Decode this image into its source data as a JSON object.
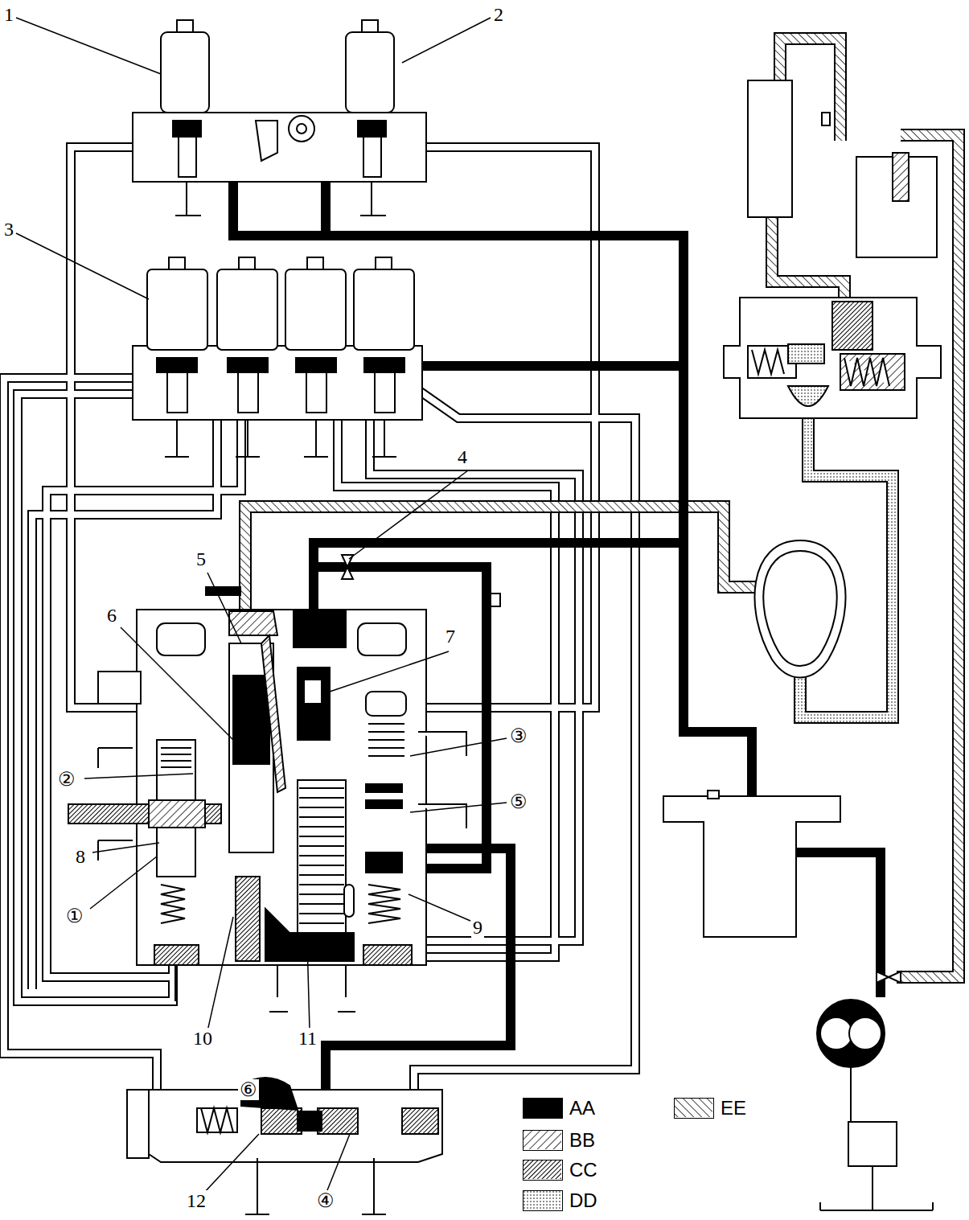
{
  "diagram": {
    "labels": [
      "1",
      "2",
      "3",
      "4",
      "5",
      "6",
      "7",
      "8",
      "9",
      "10",
      "11",
      "12",
      "①",
      "②",
      "③",
      "④",
      "⑤",
      "⑥"
    ],
    "legend": [
      {
        "text": "AA",
        "color": "#000000"
      },
      {
        "text": "BB"
      },
      {
        "text": "CC"
      },
      {
        "text": "DD"
      },
      {
        "text": "EE"
      }
    ]
  }
}
